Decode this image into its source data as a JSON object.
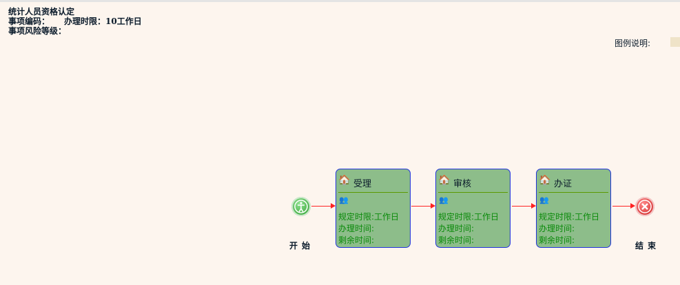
{
  "header": {
    "title": "统计人员资格认定",
    "code_label": "事项编码：",
    "deadline": "办理时限：10工作日",
    "risk_label": "事项风险等级："
  },
  "legend": {
    "label": "图例说明:"
  },
  "start": {
    "label": "开始"
  },
  "end": {
    "label": "结束"
  },
  "nodes": [
    {
      "title": "受理",
      "limit": "规定时限:工作日",
      "handle": "办理时间:",
      "remain": "剩余时间:"
    },
    {
      "title": "审核",
      "limit": "规定时限:工作日",
      "handle": "办理时间:",
      "remain": "剩余时间:"
    },
    {
      "title": "办证",
      "limit": "规定时限:工作日",
      "handle": "办理时间:",
      "remain": "剩余时间:"
    }
  ]
}
